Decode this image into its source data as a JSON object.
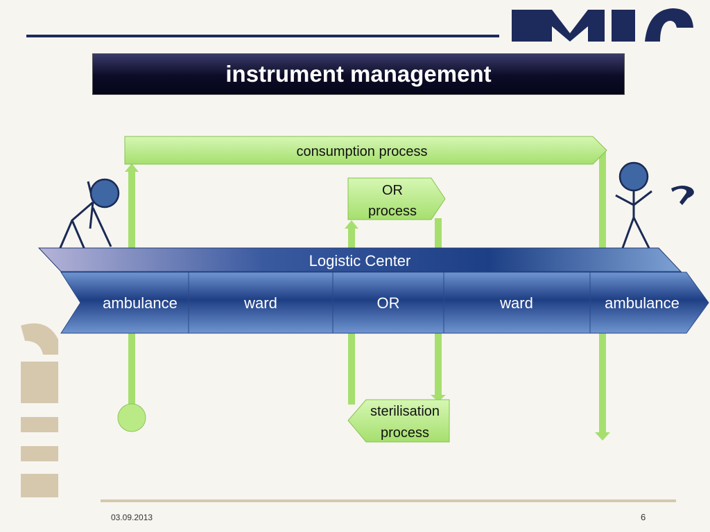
{
  "slide": {
    "title": "instrument management",
    "date": "03.09.2013",
    "page_number": "6"
  },
  "diagram": {
    "consumption_process": "consumption process",
    "or_process_line1": "OR",
    "or_process_line2": "process",
    "logistic_center": "Logistic Center",
    "stations": [
      "ambulance",
      "ward",
      "OR",
      "ward",
      "ambulance"
    ],
    "sterilisation_line1": "sterilisation",
    "sterilisation_line2": "process"
  },
  "colors": {
    "title_bg": "#0c0c26",
    "process_green": "#b9ea86",
    "chain_blue": "#1f3f85",
    "figure_head": "#3f67a3",
    "logo_navy": "#1d2a5c",
    "logo_tan": "#d6c8ad"
  }
}
